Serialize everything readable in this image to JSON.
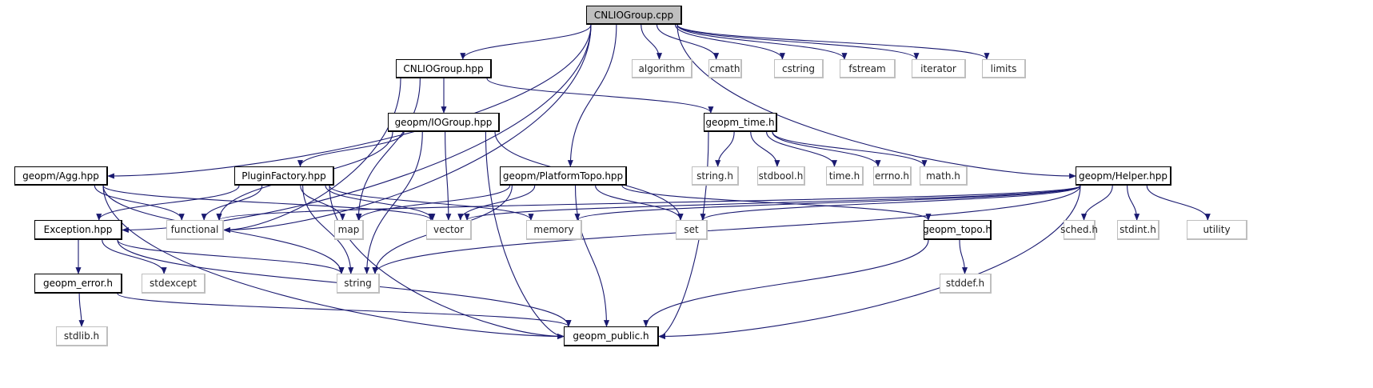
{
  "colors": {
    "edge": "#191970",
    "external_border": "#bfbfbf",
    "root_fill": "#bfbfbf"
  },
  "nodes": {
    "cpp": {
      "label": "CNLIOGroup.cpp",
      "kind": "root"
    },
    "hpp": {
      "label": "CNLIOGroup.hpp",
      "kind": "documented"
    },
    "algorithm": {
      "label": "algorithm",
      "kind": "external"
    },
    "cmath": {
      "label": "cmath",
      "kind": "external"
    },
    "cstring": {
      "label": "cstring",
      "kind": "external"
    },
    "fstream": {
      "label": "fstream",
      "kind": "external"
    },
    "iterator": {
      "label": "iterator",
      "kind": "external"
    },
    "limits": {
      "label": "limits",
      "kind": "external"
    },
    "iogroup": {
      "label": "geopm/IOGroup.hpp",
      "kind": "documented"
    },
    "time_h": {
      "label": "geopm_time.h",
      "kind": "documented"
    },
    "string_h": {
      "label": "string.h",
      "kind": "external"
    },
    "stdbool": {
      "label": "stdbool.h",
      "kind": "external"
    },
    "timeh": {
      "label": "time.h",
      "kind": "external"
    },
    "errno": {
      "label": "errno.h",
      "kind": "external"
    },
    "math": {
      "label": "math.h",
      "kind": "external"
    },
    "helper": {
      "label": "geopm/Helper.hpp",
      "kind": "documented"
    },
    "agg": {
      "label": "geopm/Agg.hpp",
      "kind": "documented"
    },
    "plugin": {
      "label": "PluginFactory.hpp",
      "kind": "documented"
    },
    "platform": {
      "label": "geopm/PlatformTopo.hpp",
      "kind": "documented"
    },
    "exception": {
      "label": "Exception.hpp",
      "kind": "documented"
    },
    "functional": {
      "label": "functional",
      "kind": "external"
    },
    "map": {
      "label": "map",
      "kind": "external"
    },
    "vector": {
      "label": "vector",
      "kind": "external"
    },
    "memory": {
      "label": "memory",
      "kind": "external"
    },
    "set": {
      "label": "set",
      "kind": "external"
    },
    "topo": {
      "label": "geopm_topo.h",
      "kind": "documented"
    },
    "sched": {
      "label": "sched.h",
      "kind": "external"
    },
    "stdint": {
      "label": "stdint.h",
      "kind": "external"
    },
    "utility": {
      "label": "utility",
      "kind": "external"
    },
    "error": {
      "label": "geopm_error.h",
      "kind": "documented"
    },
    "stdexcept": {
      "label": "stdexcept",
      "kind": "external"
    },
    "string": {
      "label": "string",
      "kind": "external"
    },
    "stddef": {
      "label": "stddef.h",
      "kind": "external"
    },
    "stdlib": {
      "label": "stdlib.h",
      "kind": "external"
    },
    "public": {
      "label": "geopm_public.h",
      "kind": "documented"
    }
  },
  "edges": [
    [
      "cpp",
      "hpp"
    ],
    [
      "cpp",
      "algorithm"
    ],
    [
      "cpp",
      "cmath"
    ],
    [
      "cpp",
      "cstring"
    ],
    [
      "cpp",
      "fstream"
    ],
    [
      "cpp",
      "iterator"
    ],
    [
      "cpp",
      "limits"
    ],
    [
      "cpp",
      "agg"
    ],
    [
      "cpp",
      "exception"
    ],
    [
      "cpp",
      "functional"
    ],
    [
      "cpp",
      "platform"
    ],
    [
      "cpp",
      "helper"
    ],
    [
      "hpp",
      "iogroup"
    ],
    [
      "hpp",
      "time_h"
    ],
    [
      "hpp",
      "functional"
    ],
    [
      "hpp",
      "map"
    ],
    [
      "iogroup",
      "plugin"
    ],
    [
      "iogroup",
      "functional"
    ],
    [
      "iogroup",
      "vector"
    ],
    [
      "iogroup",
      "string"
    ],
    [
      "iogroup",
      "set"
    ],
    [
      "iogroup",
      "public"
    ],
    [
      "time_h",
      "string_h"
    ],
    [
      "time_h",
      "stdbool"
    ],
    [
      "time_h",
      "timeh"
    ],
    [
      "time_h",
      "errno"
    ],
    [
      "time_h",
      "math"
    ],
    [
      "time_h",
      "public"
    ],
    [
      "agg",
      "functional"
    ],
    [
      "agg",
      "vector"
    ],
    [
      "agg",
      "string"
    ],
    [
      "agg",
      "public"
    ],
    [
      "plugin",
      "exception"
    ],
    [
      "plugin",
      "functional"
    ],
    [
      "plugin",
      "map"
    ],
    [
      "plugin",
      "vector"
    ],
    [
      "plugin",
      "memory"
    ],
    [
      "plugin",
      "string"
    ],
    [
      "plugin",
      "public"
    ],
    [
      "platform",
      "map"
    ],
    [
      "platform",
      "vector"
    ],
    [
      "platform",
      "set"
    ],
    [
      "platform",
      "string"
    ],
    [
      "platform",
      "topo"
    ],
    [
      "platform",
      "public"
    ],
    [
      "helper",
      "functional"
    ],
    [
      "helper",
      "vector"
    ],
    [
      "helper",
      "memory"
    ],
    [
      "helper",
      "set"
    ],
    [
      "helper",
      "string"
    ],
    [
      "helper",
      "sched"
    ],
    [
      "helper",
      "stdint"
    ],
    [
      "helper",
      "utility"
    ],
    [
      "helper",
      "public"
    ],
    [
      "exception",
      "error"
    ],
    [
      "exception",
      "stdexcept"
    ],
    [
      "exception",
      "string"
    ],
    [
      "exception",
      "public"
    ],
    [
      "error",
      "stdlib"
    ],
    [
      "error",
      "public"
    ],
    [
      "topo",
      "stddef"
    ],
    [
      "topo",
      "public"
    ]
  ]
}
